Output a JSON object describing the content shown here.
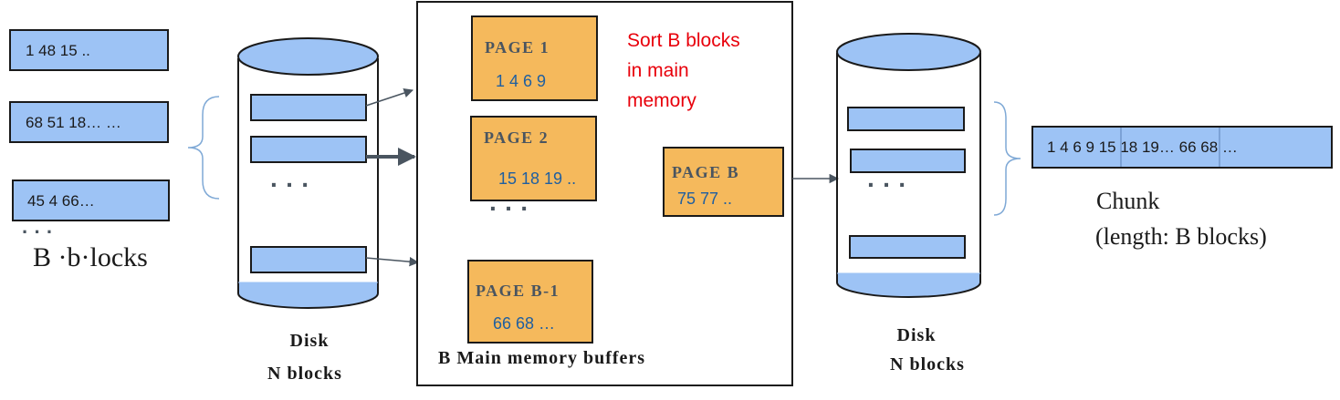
{
  "colors": {
    "block_fill": "#9dc3f5",
    "page_fill": "#f5b95c",
    "red_text": "#e8000b",
    "blue_text": "#1f5fa0",
    "page_title": "#4a5560",
    "arrow": "#4a5560"
  },
  "input_blocks": [
    "1 48 15 ..",
    "68 51 18… …",
    "45 4 66…"
  ],
  "input_ellipsis": "· · ·",
  "input_label": "B ·b·locks",
  "left_disk": {
    "dots": "· · ·",
    "label_line1": "Disk",
    "label_line2": "N blocks"
  },
  "memory": {
    "pages": [
      {
        "title": "PAGE 1",
        "values": "1 4 6 9"
      },
      {
        "title": "PAGE 2",
        "values": "15  18  19 .."
      },
      {
        "title": "PAGE B",
        "values": "75 77  .."
      },
      {
        "title": "PAGE B-1",
        "values": "66 68 …"
      }
    ],
    "dots": "· · ·",
    "note": [
      "Sort B blocks",
      "in main",
      "memory"
    ],
    "label": "B Main memory  buffers"
  },
  "right_disk": {
    "dots": "· · ·",
    "label_line1": "Disk",
    "label_line2": "N blocks"
  },
  "chunk": {
    "values": "1 4 6 9 15 18 19… 66 68 …",
    "label_line1": "Chunk",
    "label_line2": "(length:  B blocks)"
  }
}
